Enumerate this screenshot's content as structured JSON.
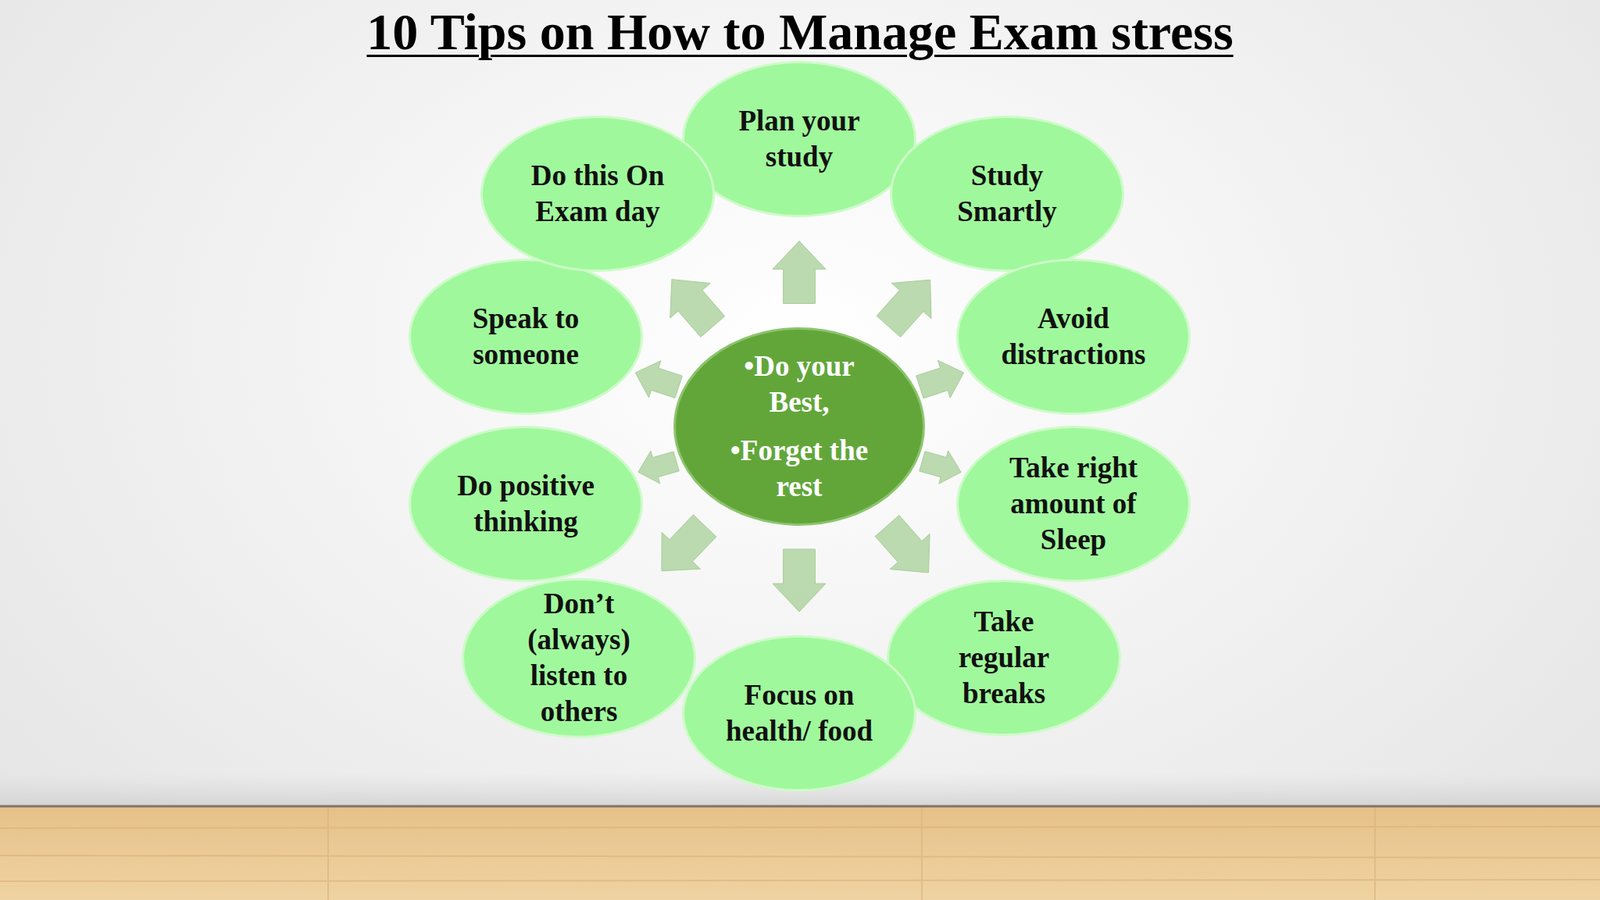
{
  "diagram": {
    "title": "10 Tips on How to Manage Exam stress",
    "nodes": [
      {
        "text": [
          "•Do your Best,",
          "•Forget the rest"
        ]
      },
      {
        "text": [
          "Plan your study"
        ]
      },
      {
        "text": [
          "Study Smartly"
        ]
      },
      {
        "text": [
          "Avoid distractions"
        ]
      },
      {
        "text": [
          "Take right amount of Sleep"
        ]
      },
      {
        "text": [
          "Take regular breaks"
        ]
      },
      {
        "text": [
          "Focus on health/ food"
        ]
      },
      {
        "text": [
          "Don’t (always) listen to others"
        ]
      },
      {
        "text": [
          "Do positive thinking"
        ]
      },
      {
        "text": [
          "Speak to someone"
        ]
      },
      {
        "text": [
          "Do this On Exam day"
        ]
      }
    ],
    "edges": [
      {
        "from": 0,
        "to": 1,
        "arrow": "to"
      },
      {
        "from": 0,
        "to": 2,
        "arrow": "to"
      },
      {
        "from": 0,
        "to": 3,
        "arrow": "to"
      },
      {
        "from": 0,
        "to": 4,
        "arrow": "to"
      },
      {
        "from": 0,
        "to": 5,
        "arrow": "to"
      },
      {
        "from": 0,
        "to": 6,
        "arrow": "to"
      },
      {
        "from": 0,
        "to": 7,
        "arrow": "to"
      },
      {
        "from": 0,
        "to": 8,
        "arrow": "to"
      },
      {
        "from": 0,
        "to": 9,
        "arrow": "to"
      },
      {
        "from": 0,
        "to": 10,
        "arrow": "to"
      }
    ]
  }
}
